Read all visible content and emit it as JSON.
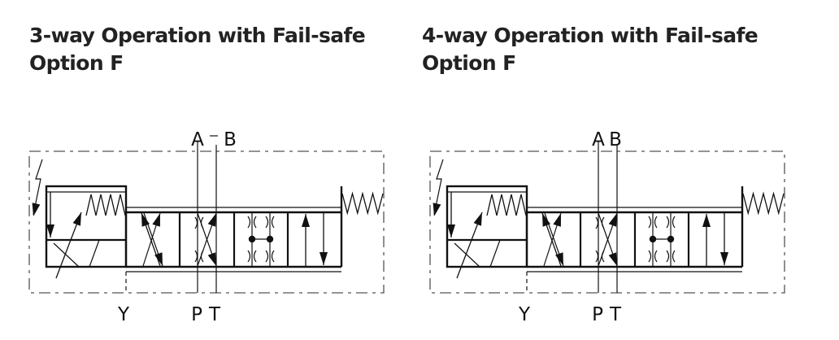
{
  "diagrams": [
    {
      "id": "three-way",
      "title_line1": "3-way Operation with Fail-safe",
      "title_line2": "Option F",
      "variant": "3-way",
      "ports": {
        "a": "A",
        "b": "B",
        "y": "Y",
        "p": "P",
        "t": "T"
      },
      "a_b_connected": true
    },
    {
      "id": "four-way",
      "title_line1": "4-way Operation with Fail-safe",
      "title_line2": "Option F",
      "variant": "4-way",
      "ports": {
        "a": "A",
        "b": "B",
        "y": "Y",
        "p": "P",
        "t": "T"
      },
      "a_b_connected": false
    }
  ],
  "colors": {
    "line": "#111111",
    "dash_border": "#555555",
    "title": "#222222",
    "background": "#ffffff"
  }
}
